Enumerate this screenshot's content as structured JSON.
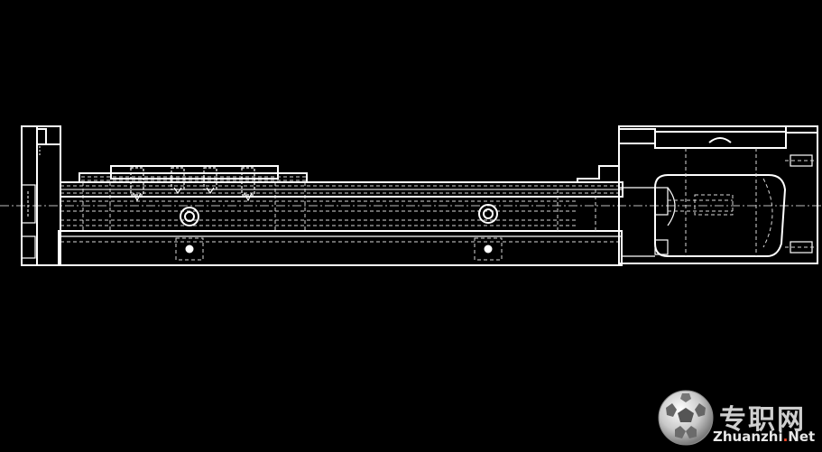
{
  "colors": {
    "background": "#000000",
    "line": "#ffffff",
    "hidden_line": "#d8d8d8",
    "center_line": "#bdbdbd",
    "watermark_text": "#cfcfcf",
    "watermark_dot": "#ff4a2a"
  },
  "watermark": {
    "logo_icon": "soccer-ball-icon",
    "chinese_text": "专职网",
    "site_name_part1": "Zhuanzhi",
    "site_name_dot": ".",
    "site_name_part2": "Net"
  }
}
